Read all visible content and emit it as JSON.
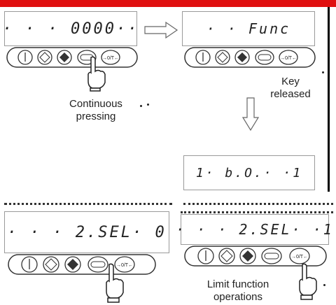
{
  "panels": {
    "p1": {
      "display": "· · · 0000··"
    },
    "p2": {
      "display": "· · Func"
    },
    "p3": {
      "display": "1· b.O.· ·1"
    },
    "p4": {
      "display": "· · · 2.SEL· 0"
    },
    "p5": {
      "display": "· · · 2.SEL· ·1"
    }
  },
  "keypad": {
    "zero_tare_key_label": "→0/T←"
  },
  "captions": {
    "continuous_line1": "Continuous",
    "continuous_line2": "pressing",
    "key_released_line1": "Key",
    "key_released_line2": "released",
    "limit_line1": "Limit function",
    "limit_line2": "operations"
  },
  "colors": {
    "top_bar": "#e01010"
  }
}
